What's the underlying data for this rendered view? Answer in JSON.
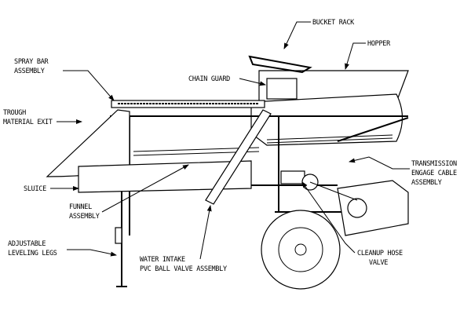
{
  "labels": {
    "bucket_rack": "BUCKET RACK",
    "hopper": "HOPPER",
    "spray_bar": [
      "SPRAY BAR",
      "ASSEMBLY"
    ],
    "chain_guard": "CHAIN GUARD",
    "trough": [
      "TROUGH",
      "MATERIAL EXIT"
    ],
    "transmission": [
      "TRANSMISSION",
      "ENGAGE CABLE",
      "ASSEMBLY"
    ],
    "sluice": "SLUICE",
    "funnel": [
      "FUNNEL",
      "ASSEMBLY"
    ],
    "legs": [
      "ADJUSTABLE",
      "LEVELING LEGS"
    ],
    "water_intake": [
      "WATER INTAKE",
      "PVC BALL VALVE ASSEMBLY"
    ],
    "cleanup": [
      "CLEANUP HOSE",
      "VALVE"
    ]
  }
}
